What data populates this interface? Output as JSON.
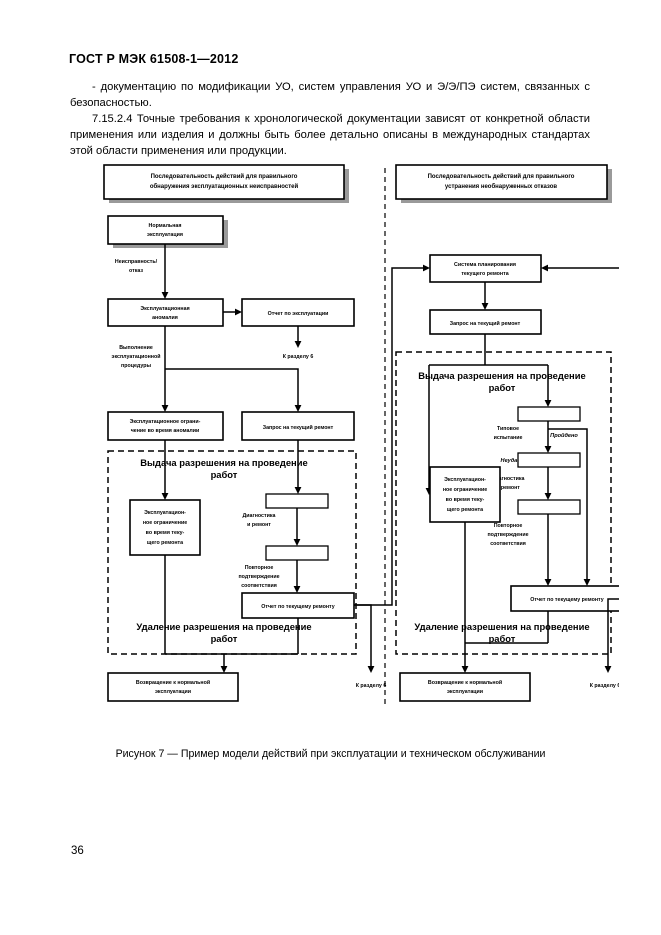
{
  "document": {
    "header": "ГОСТ Р МЭК 61508-1—2012",
    "page_number": "36",
    "paragraphs": [
      "- документацию по модификации УО, систем управления УО и Э/Э/ПЭ систем, связанных с безопасностью.",
      "7.15.2.4  Точные требования к хронологической документации зависят от конкретной области применения или изделия и должны быть более детально описаны в международных стандартах этой области применения или продукции."
    ],
    "figure_caption": "Рисунок 7 — Пример модели действий при эксплуатации и техническом обслуживании"
  },
  "figure": {
    "left_column": {
      "title": "Последовательность действий для правильного обнаружения эксплуатационных неисправностей",
      "boxes": {
        "normal_operation": "Нормальная\nэксплуатация",
        "operational_anomaly": "Эксплуатационная\nаномалия",
        "operation_report": "Отчет по эксплуатации",
        "op_restriction_anomaly": "Эксплуатационное ограни-\nчение во время аномалии",
        "repair_request": "Запрос на текущий ремонт",
        "op_restriction_repair": "Эксплуатацион-\nное ограничение\nво время теку-\nщего ремонта",
        "repair_report": "Отчет по текущему ремонту",
        "return_to_normal": "Возвращение к нормальной\nэксплуатации"
      },
      "edge_labels": {
        "fault_failure": "Неисправность/\nотказ",
        "operational_procedure": "Выполнение\nэксплуатационной\nпроцедуры",
        "to_section_6_a": "К разделу 6",
        "to_section_6_b": "К разделу 6",
        "diagnostics_repair": "Диагностика\nи ремонт",
        "reconfirm_conformity": "Повторное\nподтверждение\nсоответствия"
      },
      "regions": {
        "permit_issue": "Выдача разрешения на проведение работ",
        "permit_remove": "Удаление разрешения на проведение работ"
      }
    },
    "right_column": {
      "title": "Последовательность действий для правильного устранения необнаруженных отказов",
      "boxes": {
        "maintenance_planning": "Система планирования\nтекущего ремонта",
        "repair_request": "Запрос на текущий ремонт",
        "op_restriction_repair": "Эксплуатацион-\nное ограничение\nво время теку-\nщего ремонта",
        "repair_report": "Отчет по текущему ремонту",
        "return_to_normal": "Возвращение к нормальной\nэксплуатации"
      },
      "edge_labels": {
        "type_test": "Типовое\nиспытание",
        "passed": "Пройдено",
        "failed": "Неудача",
        "diagnostics_repair": "Диагностика\nи ремонт",
        "reconfirm_conformity": "Повторное\nподтверждение\nсоответствия",
        "to_section_6": "К разделу 6"
      },
      "regions": {
        "permit_issue": "Выдача разрешения на проведение работ",
        "permit_remove": "Удаление разрешения на проведение работ"
      }
    }
  }
}
